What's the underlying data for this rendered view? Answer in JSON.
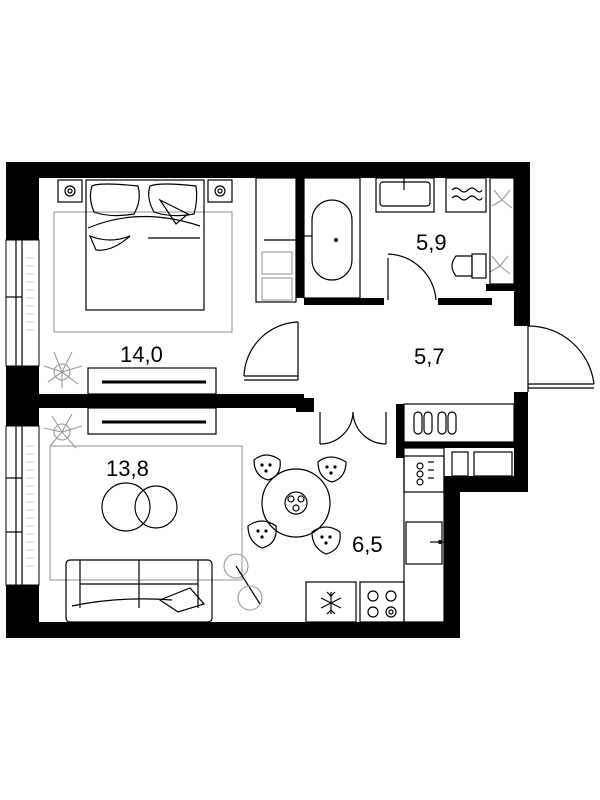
{
  "rooms": [
    {
      "id": "bedroom",
      "area": "14,0"
    },
    {
      "id": "living-room",
      "area": "13,8"
    },
    {
      "id": "bathroom",
      "area": "5,9"
    },
    {
      "id": "hallway",
      "area": "5,7"
    },
    {
      "id": "kitchen",
      "area": "6,5"
    }
  ],
  "colors": {
    "wall": "#000000",
    "line": "#000000",
    "furniture-outline": "#9a9a9a",
    "background": "#ffffff"
  },
  "icons": [
    "plant-icon",
    "snowflake-icon",
    "hob-icon",
    "sink-icon",
    "bathtub-icon",
    "toilet-icon",
    "washing-machine-icon",
    "shoes-icon",
    "floor-lamp-icon"
  ]
}
